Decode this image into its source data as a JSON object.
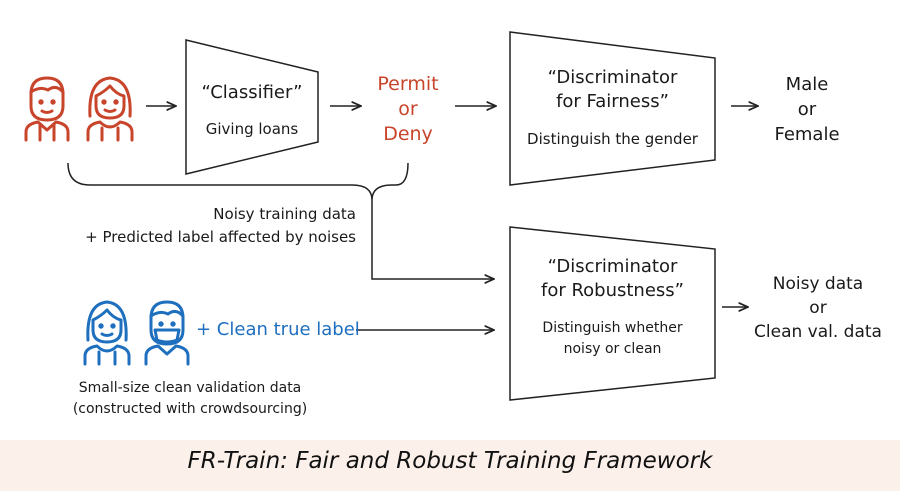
{
  "classifier": {
    "title": "“Classifier”",
    "subtitle": "Giving loans"
  },
  "output": {
    "line1": "Permit",
    "line2": "or",
    "line3": "Deny",
    "color": "#c8442b"
  },
  "fairness_discriminator": {
    "title_line1": "“Discriminator",
    "title_line2": "for Fairness”",
    "subtitle": "Distinguish the gender"
  },
  "fairness_output": {
    "line1": "Male",
    "line2": "or",
    "line3": "Female"
  },
  "noisy_data": {
    "line1": "Noisy training data",
    "line2": "+ Predicted label affected by noises"
  },
  "robustness_discriminator": {
    "title_line1": "“Discriminator",
    "title_line2": "for Robustness”",
    "subtitle_line1": "Distinguish whether",
    "subtitle_line2": "noisy or clean"
  },
  "robustness_output": {
    "line1": "Noisy data",
    "line2": "or",
    "line3": "Clean val. data"
  },
  "clean_label": {
    "text": "+ Clean true label",
    "color": "#1f6fbf"
  },
  "validation_data": {
    "line1": "Small-size clean validation data",
    "line2": "(constructed with crowdsourcing)"
  },
  "footer": {
    "title": "FR-Train: Fair and Robust Training Framework"
  },
  "icons": {
    "noisy_people": [
      "person-male-icon",
      "person-female-icon"
    ],
    "clean_people": [
      "person-female-icon",
      "person-male-masked-icon"
    ]
  }
}
